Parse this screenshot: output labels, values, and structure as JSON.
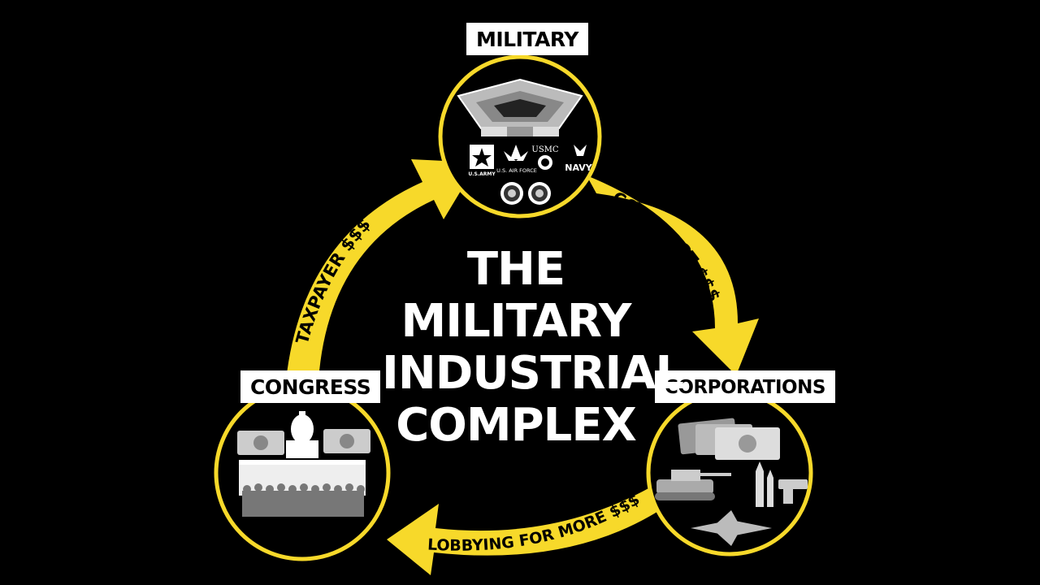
{
  "title": {
    "line1": "THE",
    "line2": "MILITARY",
    "line3": "INDUSTRIAL",
    "line4": "COMPLEX"
  },
  "nodes": {
    "military": "MILITARY",
    "corporations": "CORPORATIONS",
    "congress": "CONGRESS"
  },
  "flows": {
    "military_to_corporations": "CONTRACT $$$",
    "corporations_to_congress": "LOBBYING FOR MORE $$$",
    "congress_to_military": "TAXPAYER $$$"
  },
  "insignia": {
    "army": "U.S.ARMY",
    "air_force": "U.S. AIR FORCE",
    "usmc": "USMC",
    "navy": "NAVY"
  },
  "colors": {
    "accent": "#F7D92A",
    "background": "#000000",
    "label_bg": "#FFFFFF"
  }
}
